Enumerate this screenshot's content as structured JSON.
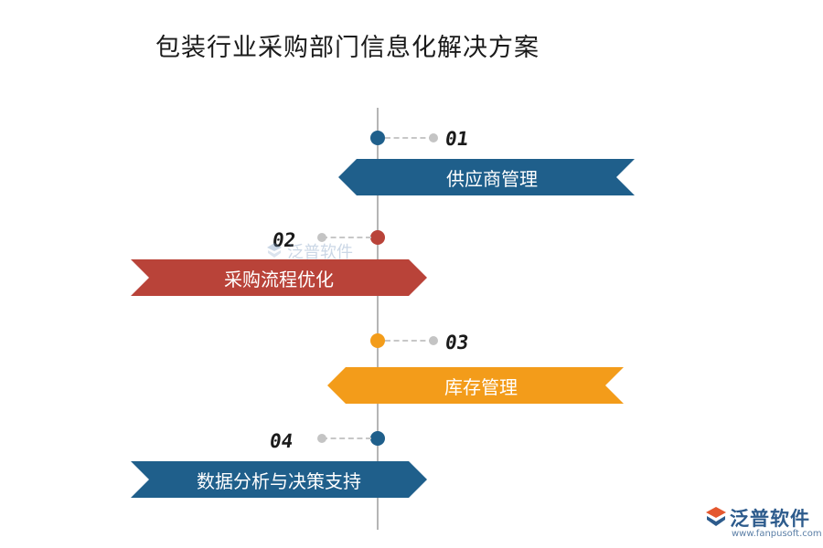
{
  "title": "包装行业采购部门信息化解决方案",
  "steps": [
    {
      "number": "01",
      "label": "供应商管理",
      "color": "#1f5f8b"
    },
    {
      "number": "02",
      "label": "采购流程优化",
      "color": "#b94339"
    },
    {
      "number": "03",
      "label": "库存管理",
      "color": "#f39c1a"
    },
    {
      "number": "04",
      "label": "数据分析与决策支持",
      "color": "#1f5f8b"
    }
  ],
  "watermark": {
    "text": "泛普软件"
  },
  "logo": {
    "name": "泛普软件",
    "url": "www.fanpusoft.com"
  },
  "colors": {
    "line": "#b5b5b5",
    "connector": "#c7c7c7"
  }
}
